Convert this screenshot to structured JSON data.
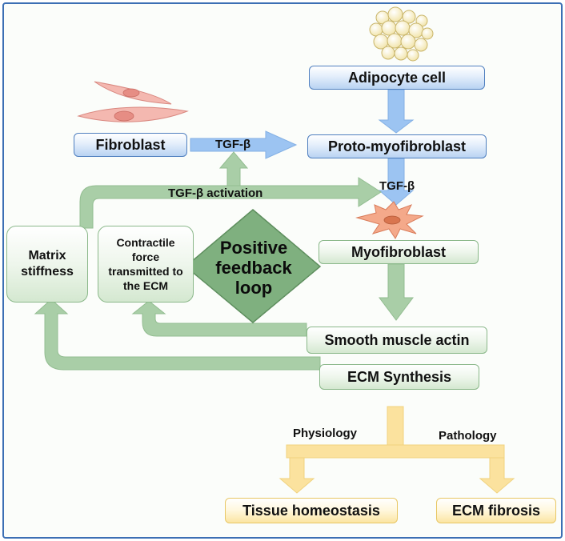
{
  "nodes": {
    "adipocyte": "Adipocyte cell",
    "fibroblast": "Fibroblast",
    "proto_myofibroblast": "Proto-myofibroblast",
    "myofibroblast": "Myofibroblast",
    "matrix_stiffness": "Matrix stiffness",
    "contractile_force": "Contractile force transmitted to the ECM",
    "positive_feedback": "Positive feedback loop",
    "smooth_muscle_actin": "Smooth muscle actin",
    "ecm_synthesis": "ECM Synthesis",
    "tissue_homeostasis": "Tissue homeostasis",
    "ecm_fibrosis": "ECM fibrosis"
  },
  "edge_labels": {
    "tgf_beta_fibroblast": "TGF-β",
    "tgf_beta_proto": "TGF-β",
    "tgf_beta_activation": "TGF-β activation",
    "physiology": "Physiology",
    "pathology": "Pathology"
  },
  "colors": {
    "frame_border": "#3c6fb4",
    "blue_arrow": "#9cc4f2",
    "green_arrow": "#a9cea7",
    "yellow_arrow": "#fbe29e",
    "diamond_fill": "#7fb07f",
    "cell_red": "#f2b0a8",
    "adipocyte_yellow": "#f8eec0"
  },
  "icons": [
    "adipocyte-cluster-icon",
    "fibroblast-cells-icon",
    "myofibroblast-cell-icon"
  ]
}
